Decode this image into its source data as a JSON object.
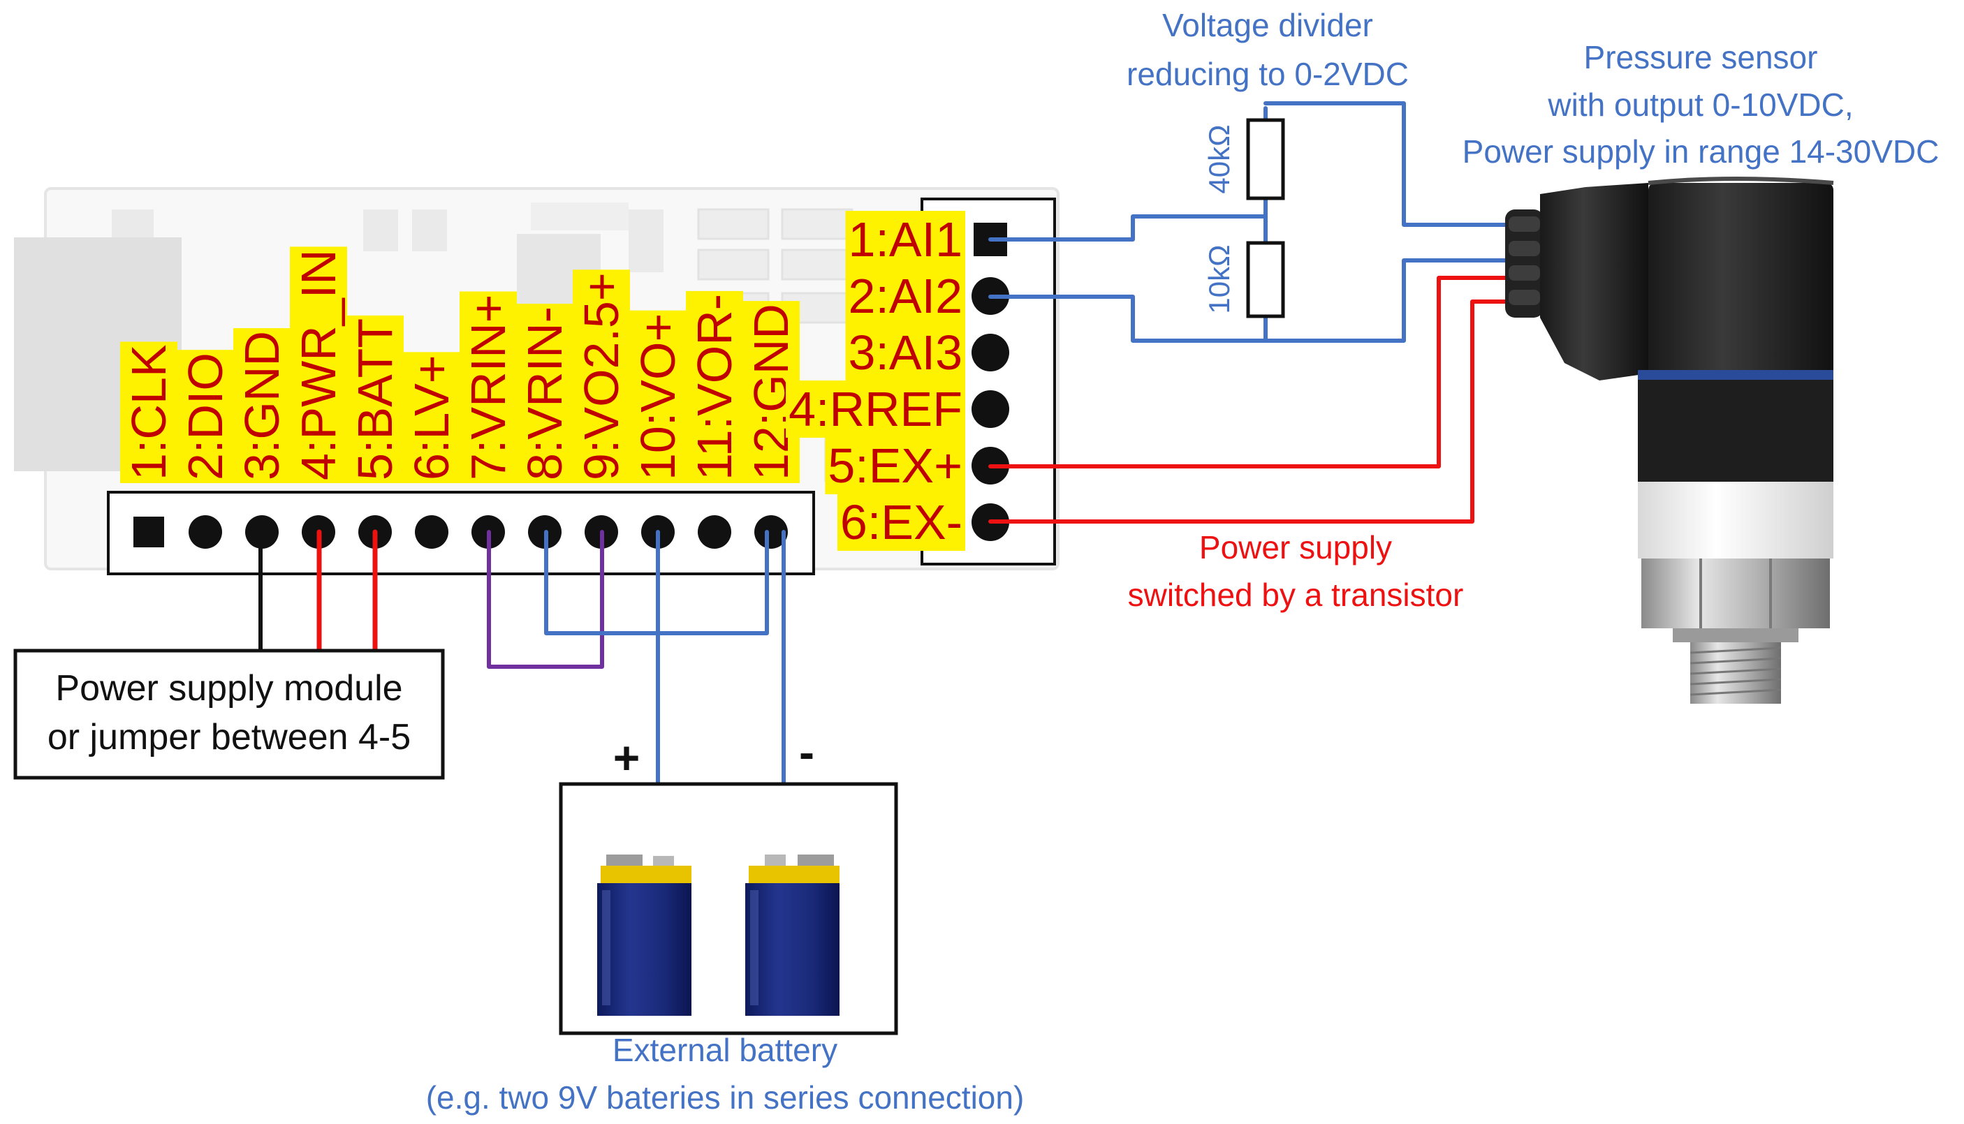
{
  "colors": {
    "blue_wire": "#4472C4",
    "red_wire": "#EE1111",
    "purple_wire": "#7030A0",
    "black_wire": "#111111",
    "label_highlight": "#FFF200",
    "label_text": "#C00000",
    "annotation_blue": "#4472C4",
    "annotation_red": "#EE1111"
  },
  "bottom_terminals": [
    {
      "label": "1:CLK"
    },
    {
      "label": "2:DIO"
    },
    {
      "label": "3:GND"
    },
    {
      "label": "4:PWR_IN"
    },
    {
      "label": "5:BATT"
    },
    {
      "label": "6:LV+"
    },
    {
      "label": "7:VRIN+"
    },
    {
      "label": "8:VRIN-"
    },
    {
      "label": "9:VO2.5+"
    },
    {
      "label": "10:VO+"
    },
    {
      "label": "11:VOR-"
    },
    {
      "label": "12:GND"
    }
  ],
  "side_terminals": [
    {
      "label": "1:AI1"
    },
    {
      "label": "2:AI2"
    },
    {
      "label": "3:AI3"
    },
    {
      "label": "4:RREF"
    },
    {
      "label": "5:EX+"
    },
    {
      "label": "6:EX-"
    }
  ],
  "voltage_divider": {
    "title_line1": "Voltage divider",
    "title_line2": "reducing to 0-2VDC",
    "r_top": "40kΩ",
    "r_bottom": "10kΩ"
  },
  "pressure_sensor": {
    "line1": "Pressure sensor",
    "line2": "with output 0-10VDC,",
    "line3": "Power supply in range 14-30VDC"
  },
  "power_note": {
    "line1": "Power supply",
    "line2": "switched by a transistor"
  },
  "power_module": {
    "line1": "Power supply module",
    "line2": "or jumper between 4-5"
  },
  "battery": {
    "plus": "+",
    "minus": "-",
    "line1": "External battery",
    "line2": "(e.g. two 9V bateries in series connection)"
  }
}
